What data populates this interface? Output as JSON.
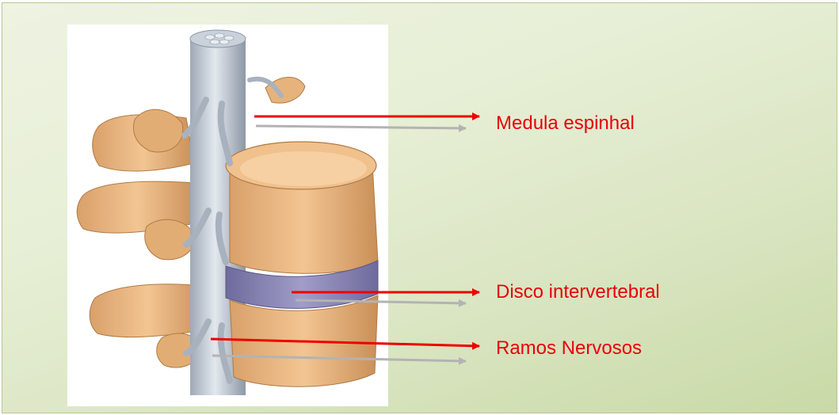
{
  "labels": {
    "spinal_cord": "Medula espinhal",
    "disc": "Disco intervertebral",
    "nerves": "Ramos Nervosos"
  },
  "colors": {
    "label": "#e8000b",
    "arrow_red": "#ee0000",
    "arrow_gray": "#b3b3b3",
    "bone": "#e8b681",
    "bone_shadow": "#c98f58",
    "cord": "#c6cfd9",
    "disc": "#8a86b4"
  }
}
